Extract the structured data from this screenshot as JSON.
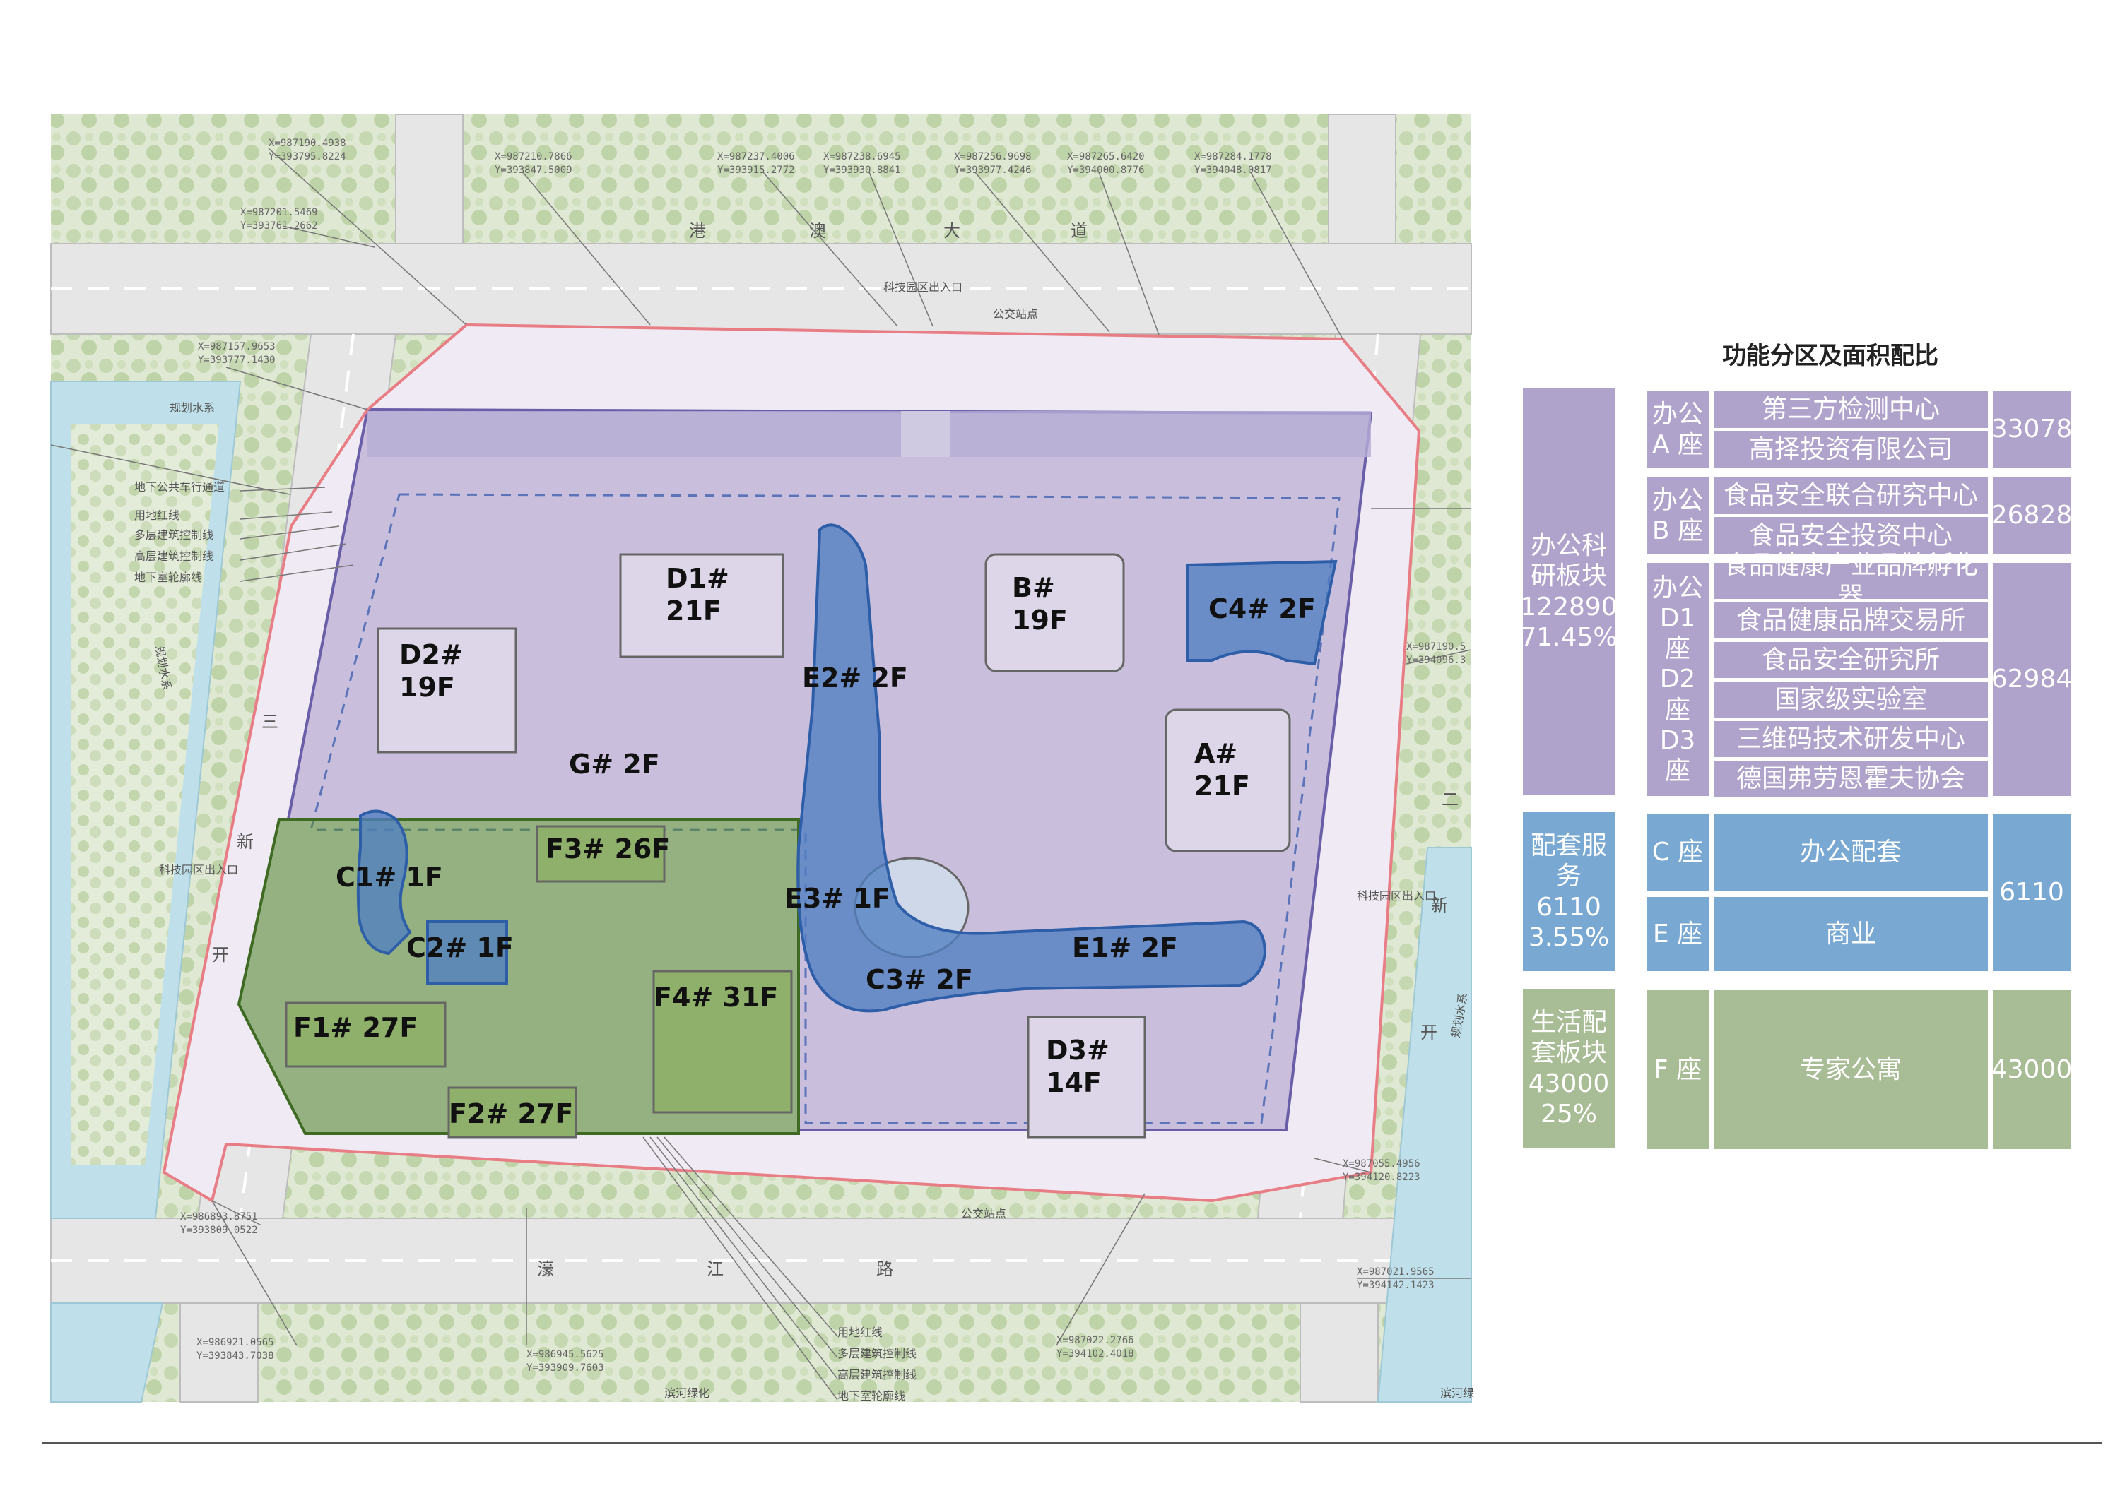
{
  "plan": {
    "buildings": [
      {
        "id": "d1",
        "label": "D1#\n21F",
        "zone": "purple"
      },
      {
        "id": "d2",
        "label": "D2#\n19F",
        "zone": "purple"
      },
      {
        "id": "b",
        "label": "B#\n19F",
        "zone": "purple"
      },
      {
        "id": "c4",
        "label": "C4# 2F",
        "zone": "blue"
      },
      {
        "id": "a",
        "label": "A#\n21F",
        "zone": "purple"
      },
      {
        "id": "e2",
        "label": "E2# 2F",
        "zone": "blue"
      },
      {
        "id": "g",
        "label": "G# 2F",
        "zone": "purple"
      },
      {
        "id": "f3",
        "label": "F3# 26F",
        "zone": "green"
      },
      {
        "id": "c1",
        "label": "C1# 1F",
        "zone": "blue"
      },
      {
        "id": "c2",
        "label": "C2# 1F",
        "zone": "blue"
      },
      {
        "id": "e3",
        "label": "E3# 1F",
        "zone": "blue"
      },
      {
        "id": "e1",
        "label": "E1# 2F",
        "zone": "blue"
      },
      {
        "id": "c3",
        "label": "C3# 2F",
        "zone": "blue"
      },
      {
        "id": "f4",
        "label": "F4# 31F",
        "zone": "green"
      },
      {
        "id": "f1",
        "label": "F1# 27F",
        "zone": "green"
      },
      {
        "id": "d3",
        "label": "D3#\n14F",
        "zone": "purple"
      },
      {
        "id": "f2",
        "label": "F2# 27F",
        "zone": "green"
      }
    ],
    "road_labels": {
      "north": [
        "港",
        "澳",
        "大",
        "道"
      ],
      "south": [
        "濠",
        "江",
        "路"
      ],
      "west": [
        "新",
        "三",
        "开"
      ],
      "east": [
        "新",
        "二",
        "开"
      ]
    },
    "annotations": {
      "north_gate": "科技园区出入口",
      "bus_stop_north": "公交站点",
      "bus_stop_south": "公交站点",
      "west_gate": "科技园区出入口",
      "east_gate": "科技园区出入口",
      "water_system": "规划水系",
      "water_system_west": "规划水系",
      "water_system_east": "规划水系",
      "riverside_green_left": "滨河绿化",
      "riverside_green_right": "滨河绿",
      "legend_left": [
        "地下公共车行通道",
        "用地红线",
        "多层建筑控制线",
        "高层建筑控制线",
        "地下室轮廓线"
      ],
      "legend_bottom": [
        "用地红线",
        "多层建筑控制线",
        "高层建筑控制线",
        "地下室轮廓线"
      ]
    },
    "coords": [
      {
        "x": "X=987190.4938",
        "y": "Y=393795.8224"
      },
      {
        "x": "X=987210.7866",
        "y": "Y=393847.5009"
      },
      {
        "x": "X=987237.4006",
        "y": "Y=393915.2772"
      },
      {
        "x": "X=987238.6945",
        "y": "Y=393930.8841"
      },
      {
        "x": "X=987256.9698",
        "y": "Y=393977.4246"
      },
      {
        "x": "X=987265.6420",
        "y": "Y=394000.8776"
      },
      {
        "x": "X=987284.1778",
        "y": "Y=394048.0817"
      },
      {
        "x": "X=987201.5469",
        "y": "Y=393761.2662"
      },
      {
        "x": "X=987157.9653",
        "y": "Y=393777.1430"
      },
      {
        "x": "X=987190.5",
        "y": "Y=394096.3"
      },
      {
        "x": "X=987055.4956",
        "y": "Y=394120.8223"
      },
      {
        "x": "X=986893.8751",
        "y": "Y=393809.0522"
      },
      {
        "x": "X=987021.9565",
        "y": "Y=394142.1423"
      },
      {
        "x": "X=986921.0565",
        "y": "Y=393843.7038"
      },
      {
        "x": "X=986945.5625",
        "y": "Y=393909.7603"
      },
      {
        "x": "X=987022.2766",
        "y": "Y=394102.4018"
      }
    ],
    "colors": {
      "purple_zone": "#a99bc9",
      "blue_zone": "#4f7fc2",
      "green_zone": "#5d8e3a",
      "red_line": "#e87d85",
      "road": "#e4e4e4"
    }
  },
  "panel": {
    "title": "功能分区及面积配比",
    "office": {
      "block": "办公科\n研板块\n122890\n71.45%",
      "groups": [
        {
          "seat": "办公\nA 座",
          "items": [
            "第三方检测中心",
            "高择投资有限公司"
          ],
          "area": "33078"
        },
        {
          "seat": "办公\nB 座",
          "items": [
            "食品安全联合研究中心",
            "食品安全投资中心"
          ],
          "area": "26828"
        },
        {
          "seat": "办公\nD1 座\nD2 座\nD3 座",
          "items": [
            "食品健康产业品牌孵化器",
            "食品健康品牌交易所",
            "食品安全研究所",
            "国家级实验室",
            "三维码技术研发中心",
            "德国弗劳恩霍夫协会"
          ],
          "area": "62984"
        }
      ]
    },
    "service": {
      "block": "配套服\n务 6110\n3.55%",
      "rows": [
        {
          "seat": "C 座",
          "item": "办公配套"
        },
        {
          "seat": "E 座",
          "item": "商业"
        }
      ],
      "area": "6110"
    },
    "living": {
      "block": "生活配\n套板块\n43000\n25%",
      "seat": "F 座",
      "item": "专家公寓",
      "area": "43000"
    }
  }
}
